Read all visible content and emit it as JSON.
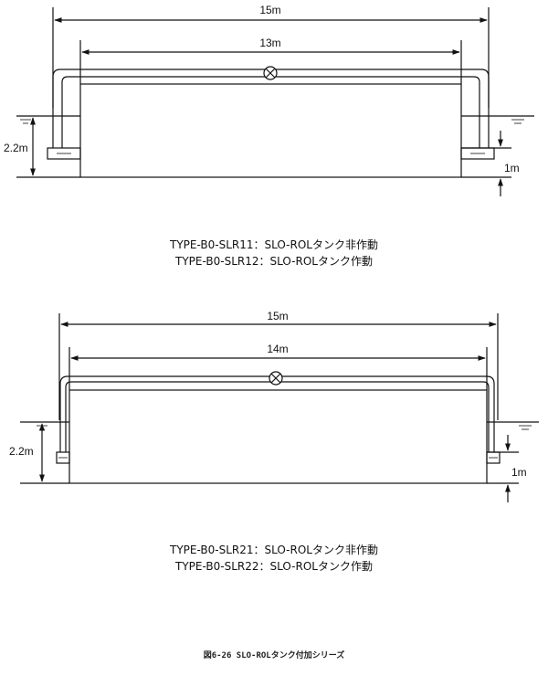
{
  "diagrams": [
    {
      "outer_dim": "15m",
      "inner_dim": "13m",
      "height_dim": "2.2m",
      "depth_dim": "1m",
      "caption_lines": [
        "TYPE-B0-SLR11：SLO-ROLタンク非作動",
        "TYPE-B0-SLR12：SLO-ROLタンク作動"
      ]
    },
    {
      "outer_dim": "15m",
      "inner_dim": "14m",
      "height_dim": "2.2m",
      "depth_dim": "1m",
      "caption_lines": [
        "TYPE-B0-SLR21：SLO-ROLタンク非作動",
        "TYPE-B0-SLR22：SLO-ROLタンク作動"
      ]
    }
  ],
  "figure_caption": "図6-26 SLO-ROLタンク付加シリーズ"
}
